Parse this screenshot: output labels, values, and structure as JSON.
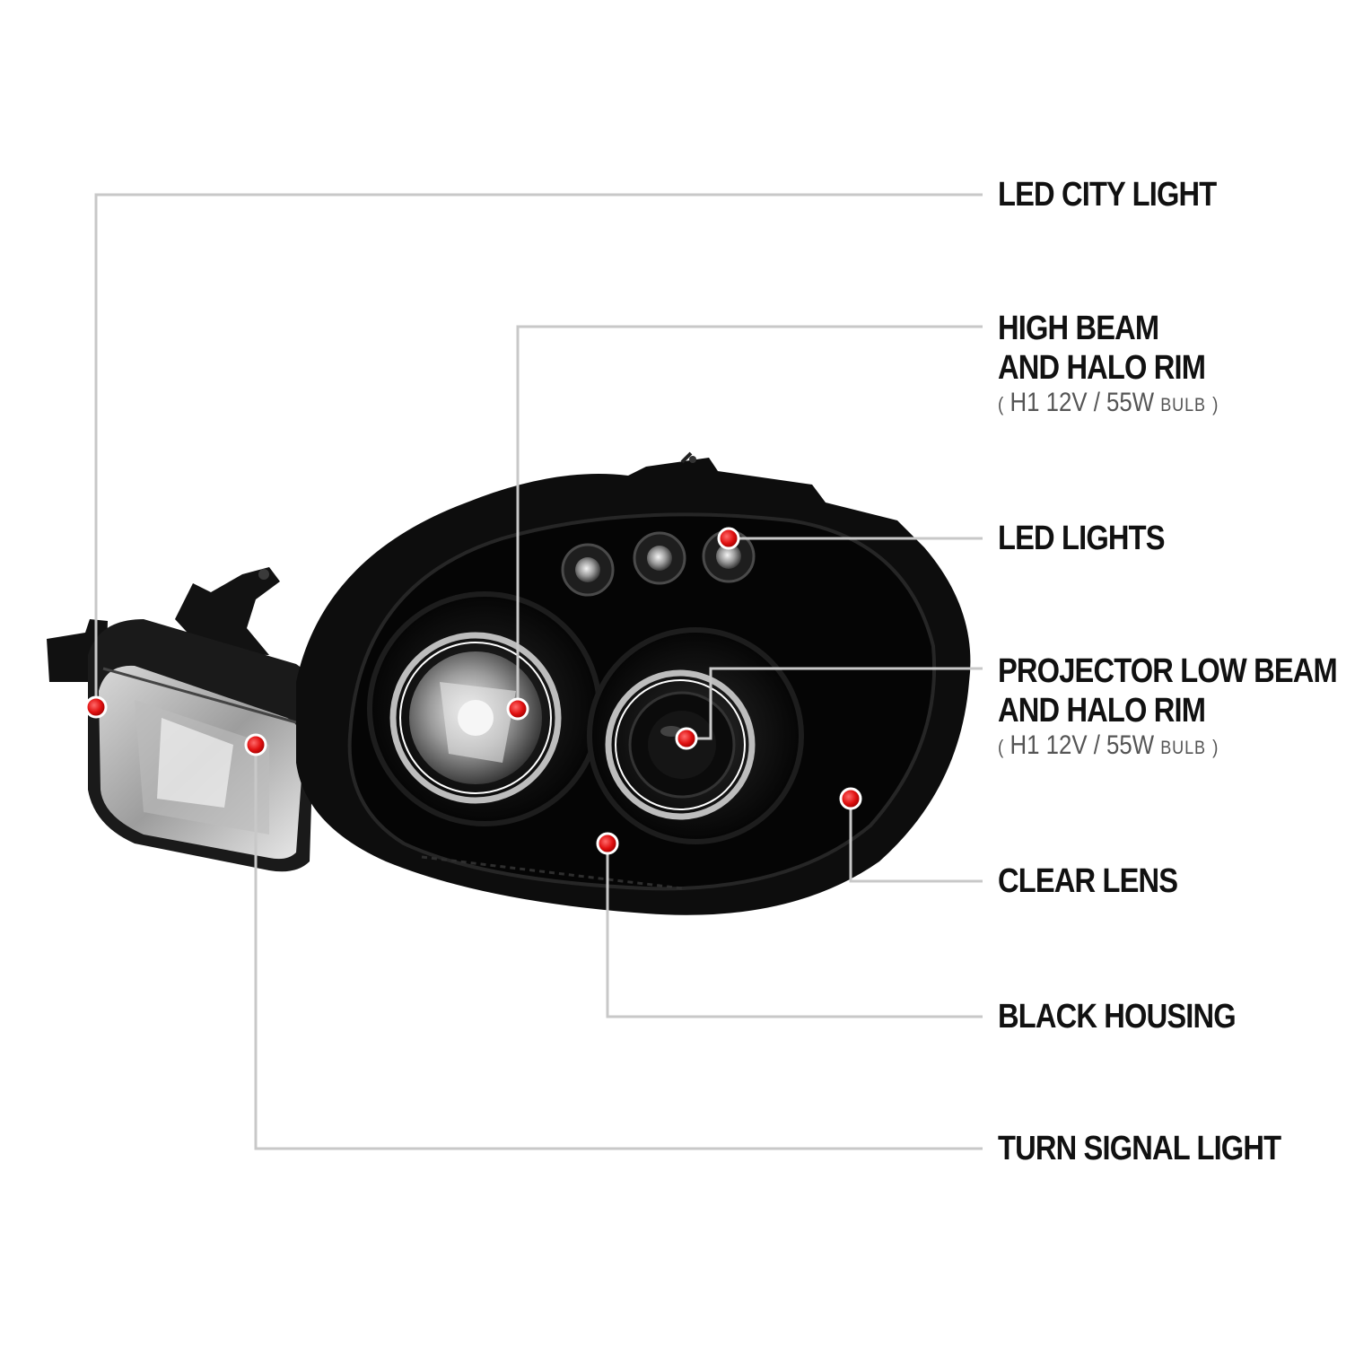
{
  "colors": {
    "leader": "#c8c8c8",
    "marker": "#e01010",
    "housing": "#0a0a0a",
    "label": "#111111",
    "spec": "#555555"
  },
  "callouts": {
    "led_city_light": {
      "title": "LED CITY LIGHT"
    },
    "high_beam": {
      "title_line1": "HIGH BEAM",
      "title_line2": "AND HALO RIM",
      "spec_open": "(",
      "spec_value": "H1  12V / 55W",
      "spec_unit": "BULB",
      "spec_close": ")"
    },
    "led_lights": {
      "title": "LED LIGHTS"
    },
    "projector_low_beam": {
      "title_line1": "PROJECTOR LOW BEAM",
      "title_line2": "AND HALO RIM",
      "spec_open": "(",
      "spec_value": "H1  12V / 55W",
      "spec_unit": "BULB",
      "spec_close": ")"
    },
    "clear_lens": {
      "title": "CLEAR LENS"
    },
    "black_housing": {
      "title": "BLACK HOUSING"
    },
    "turn_signal_light": {
      "title": "TURN SIGNAL LIGHT"
    }
  }
}
